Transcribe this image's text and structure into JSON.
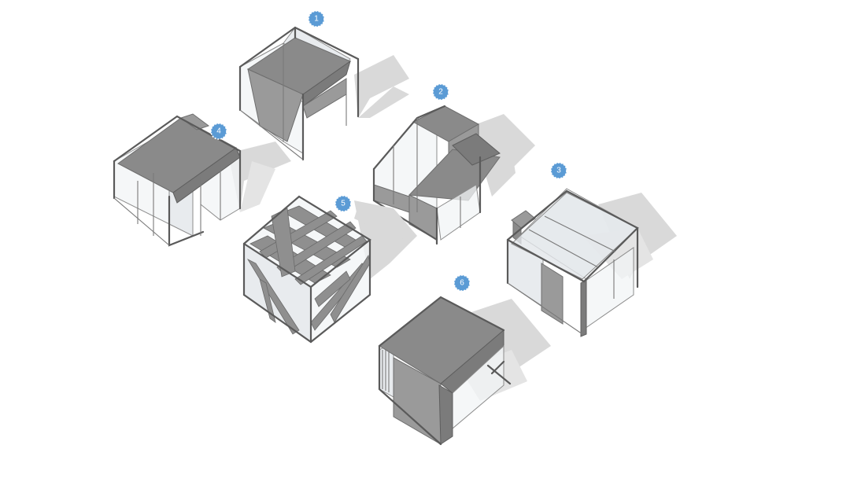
{
  "badges": [
    {
      "label": "1"
    },
    {
      "label": "2"
    },
    {
      "label": "3"
    },
    {
      "label": "4"
    },
    {
      "label": "5"
    },
    {
      "label": "6"
    }
  ],
  "colors": {
    "badge_fill": "#5b9bd5",
    "roof": "#8a8a8a",
    "shadow": "#d9d9d9",
    "glass": "#f2f4f6",
    "background": "#ffffff"
  }
}
